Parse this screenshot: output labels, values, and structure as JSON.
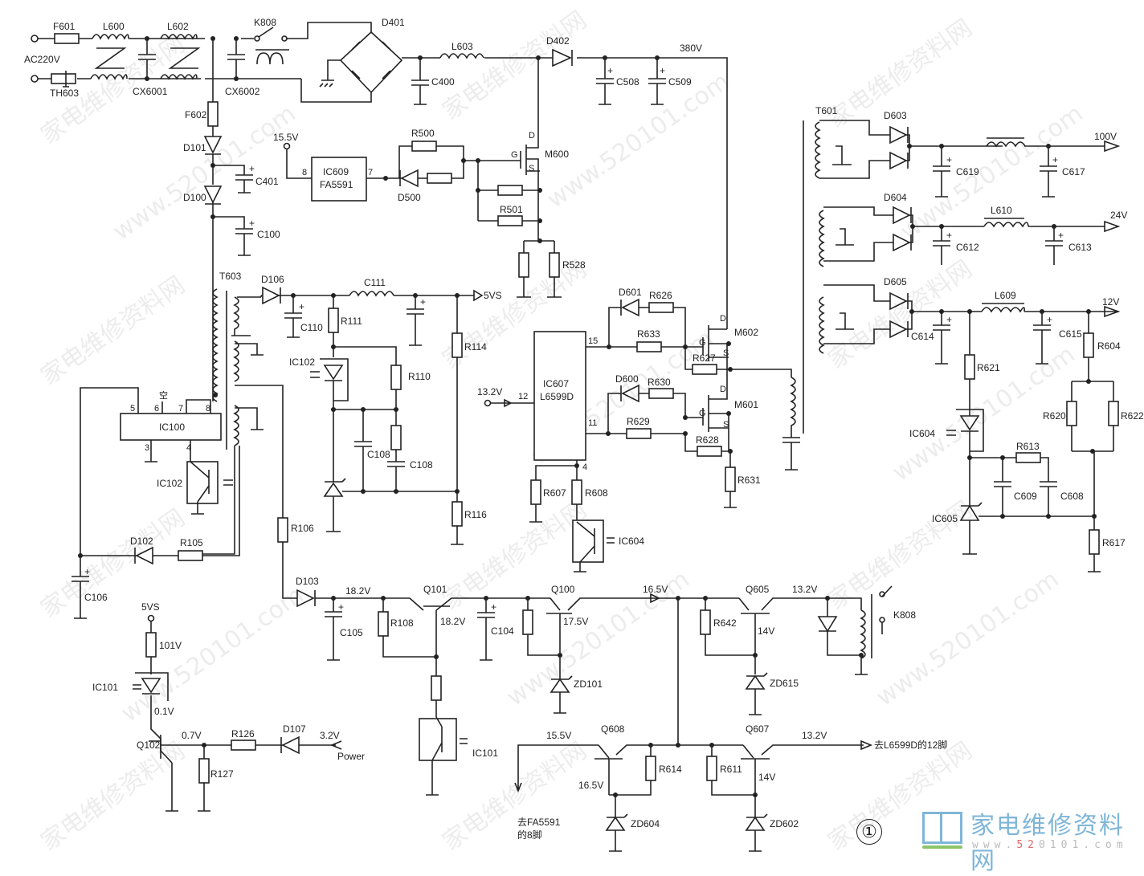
{
  "title": "Power supply schematic (AC220V input, PFC, LLC, standby)",
  "watermark": {
    "cn": "家电维修资料网",
    "url": "www.520101.com",
    "site_name": "家电维修资料网",
    "site_url_prefix": "www.",
    "site_url_hl": "52",
    "site_url_suffix": "0101.com"
  },
  "figure_number": "①",
  "input": {
    "ac_label": "AC220V",
    "fuse1": "F601",
    "fuse2": "F602",
    "thermistor": "TH603",
    "choke1": "L600",
    "choke2": "L602",
    "xcap1": "CX6001",
    "xcap2": "CX6002",
    "relay": "K808"
  },
  "pfc": {
    "bridge": "D401",
    "inductor_in": "L603",
    "cap_in": "C400",
    "diode": "D402",
    "bulk_cap1": "C508",
    "bulk_cap2": "C509",
    "bus_voltage": "380V",
    "controller": "IC609",
    "controller_part": "FA5591",
    "pin_vcc": "8",
    "pin_out": "7",
    "vcc_label": "15.5V",
    "gate_res": "R500",
    "gate_diode": "D500",
    "gate_pulldown": "R501",
    "sense_res": "R528",
    "mosfet": "M600",
    "pin_d": "D",
    "pin_g": "G",
    "pin_s": "S"
  },
  "standby": {
    "fuse": "F602",
    "d1": "D101",
    "d2": "D100",
    "c1": "C401",
    "c2": "C100",
    "transformer": "T603",
    "rect_diode": "D106",
    "filter": "C111",
    "cap_out": "C110",
    "output": "5VS",
    "r111": "R111",
    "r110": "R110",
    "r114": "R114",
    "r116": "R116",
    "c108a": "C108",
    "c108b": "C108",
    "opto": "IC102",
    "controller": "IC100",
    "pin5": "5",
    "pin6": "6",
    "pin6_note": "空",
    "pin7": "7",
    "pin8": "8",
    "pin3": "3",
    "pin4": "4",
    "d102": "D102",
    "r105": "R105",
    "c106": "C106",
    "r106": "R106"
  },
  "llc": {
    "controller": "IC607",
    "controller_part": "L6599D",
    "vcc_label": "13.2V",
    "pin12": "12",
    "pin15": "15",
    "pin11": "11",
    "pin4": "4",
    "d601": "D601",
    "r626": "R626",
    "r633": "R633",
    "r627": "R627",
    "d600": "D600",
    "r630": "R630",
    "r629": "R629",
    "r628": "R628",
    "r631": "R631",
    "r607": "R607",
    "r608": "R608",
    "opto": "IC604",
    "m602": "M602",
    "m601": "M601"
  },
  "secondary": {
    "transformer": "T601",
    "d603": "D603",
    "c619": "C619",
    "c617": "C617",
    "out100": "100V",
    "d604": "D604",
    "l610": "L610",
    "c612": "C612",
    "c613": "C613",
    "out24": "24V",
    "d605": "D605",
    "l609": "L609",
    "c614": "C614",
    "c615": "C615",
    "out12": "12V",
    "r621": "R621",
    "r604": "R604",
    "r620": "R620",
    "r622": "R622",
    "r613": "R613",
    "c609": "C609",
    "c608": "C608",
    "ic604": "IC604",
    "ic605": "IC605",
    "r617": "R617"
  },
  "control": {
    "d103": "D103",
    "v182a": "18.2V",
    "c105": "C105",
    "r108": "R108",
    "q101": "Q101",
    "v182b": "18.2V",
    "c104": "C104",
    "q100": "Q100",
    "v175": "17.5V",
    "zd101": "ZD101",
    "ic101_tr": "IC101",
    "v165a": "16.5V",
    "q605": "Q605",
    "r642": "R642",
    "v14a": "14V",
    "zd615": "ZD615",
    "v132a": "13.2V",
    "k808": "K808",
    "q608": "Q608",
    "v155": "15.5V",
    "r614": "R614",
    "v165b": "16.5V",
    "zd604": "ZD604",
    "to_fa5591": "去FA5591",
    "to_fa5591_2": "的8脚",
    "q607": "Q607",
    "r611": "R611",
    "v14b": "14V",
    "zd602": "ZD602",
    "v132b": "13.2V",
    "to_l6599": "去L6599D的12脚"
  },
  "power_ctrl": {
    "vs": "5VS",
    "r101": "101V",
    "ic101": "IC101",
    "v01": "0.1V",
    "q102": "Q102",
    "v07": "0.7V",
    "r126": "R126",
    "d107": "D107",
    "v32": "3.2V",
    "power": "Power",
    "r127": "R127"
  }
}
